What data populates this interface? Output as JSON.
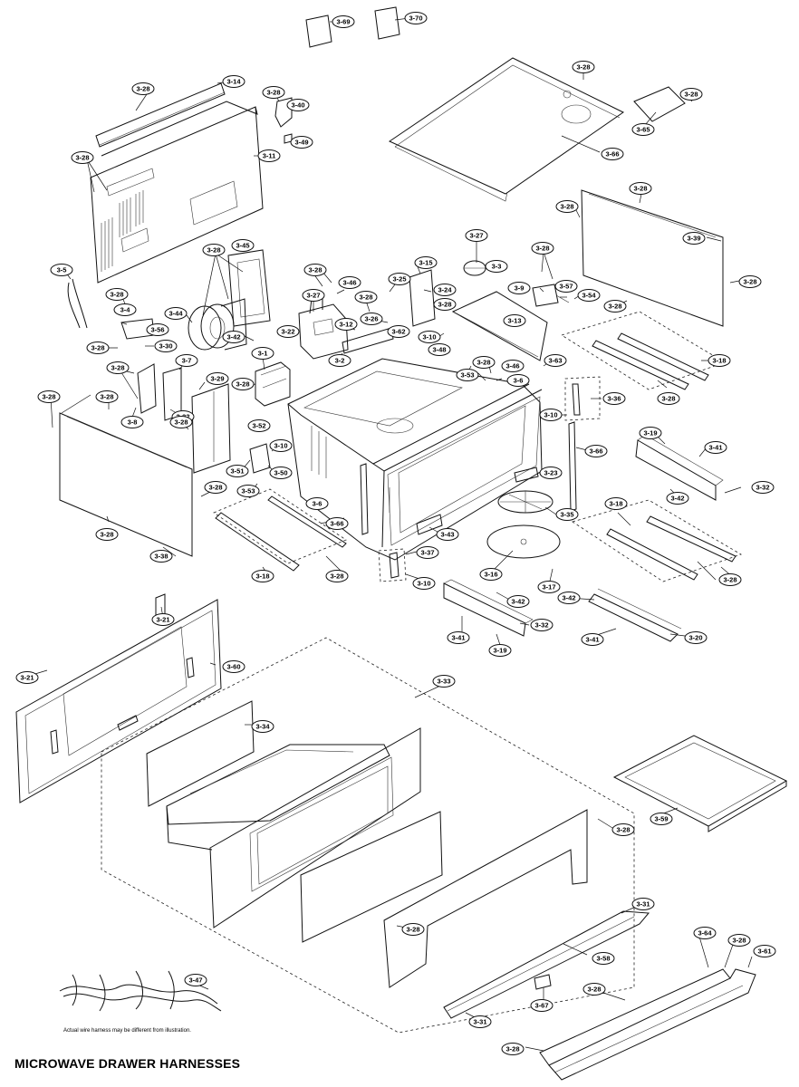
{
  "title": "MICROWAVE DRAWER HARNESSES",
  "harness_note": "Actual wire harness may be different from illustration.",
  "callouts": [
    {
      "id": "c-3-69",
      "text": "3-69"
    },
    {
      "id": "c-3-70",
      "text": "3-70"
    },
    {
      "id": "c-3-28-a",
      "text": "3-28"
    },
    {
      "id": "c-3-14",
      "text": "3-14"
    },
    {
      "id": "c-3-28-b",
      "text": "3-28"
    },
    {
      "id": "c-3-40",
      "text": "3-40"
    },
    {
      "id": "c-3-49",
      "text": "3-49"
    },
    {
      "id": "c-3-28-c",
      "text": "3-28"
    },
    {
      "id": "c-3-11",
      "text": "3-11"
    },
    {
      "id": "c-3-28-d",
      "text": "3-28"
    },
    {
      "id": "c-3-65",
      "text": "3-65"
    },
    {
      "id": "c-3-28-e",
      "text": "3-28"
    },
    {
      "id": "c-3-66-top",
      "text": "3-66"
    },
    {
      "id": "c-3-28-f",
      "text": "3-28"
    },
    {
      "id": "c-3-28-g",
      "text": "3-28"
    },
    {
      "id": "c-3-39",
      "text": "3-39"
    },
    {
      "id": "c-3-28-h",
      "text": "3-28"
    },
    {
      "id": "c-3-5",
      "text": "3-5"
    },
    {
      "id": "c-3-28-i",
      "text": "3-28"
    },
    {
      "id": "c-3-45",
      "text": "3-45"
    },
    {
      "id": "c-3-27-a",
      "text": "3-27"
    },
    {
      "id": "c-3-3",
      "text": "3-3"
    },
    {
      "id": "c-3-28-j",
      "text": "3-28"
    },
    {
      "id": "c-3-15",
      "text": "3-15"
    },
    {
      "id": "c-3-28-k",
      "text": "3-28"
    },
    {
      "id": "c-3-46-a",
      "text": "3-46"
    },
    {
      "id": "c-3-25",
      "text": "3-25"
    },
    {
      "id": "c-3-24",
      "text": "3-24"
    },
    {
      "id": "c-3-9",
      "text": "3-9"
    },
    {
      "id": "c-3-57",
      "text": "3-57"
    },
    {
      "id": "c-3-54",
      "text": "3-54"
    },
    {
      "id": "c-3-28-l",
      "text": "3-28"
    },
    {
      "id": "c-3-28-m",
      "text": "3-28"
    },
    {
      "id": "c-3-4",
      "text": "3-4"
    },
    {
      "id": "c-3-27-b",
      "text": "3-27"
    },
    {
      "id": "c-3-28-n",
      "text": "3-28"
    },
    {
      "id": "c-3-28-o",
      "text": "3-28"
    },
    {
      "id": "c-3-13",
      "text": "3-13"
    },
    {
      "id": "c-3-56",
      "text": "3-56"
    },
    {
      "id": "c-3-44",
      "text": "3-44"
    },
    {
      "id": "c-3-22",
      "text": "3-22"
    },
    {
      "id": "c-3-12",
      "text": "3-12"
    },
    {
      "id": "c-3-26",
      "text": "3-26"
    },
    {
      "id": "c-3-62",
      "text": "3-62"
    },
    {
      "id": "c-3-10-a",
      "text": "3-10"
    },
    {
      "id": "c-3-42-a",
      "text": "3-42"
    },
    {
      "id": "c-3-28-p",
      "text": "3-28"
    },
    {
      "id": "c-3-30",
      "text": "3-30"
    },
    {
      "id": "c-3-1",
      "text": "3-1"
    },
    {
      "id": "c-3-2",
      "text": "3-2"
    },
    {
      "id": "c-3-48",
      "text": "3-48"
    },
    {
      "id": "c-3-18-a",
      "text": "3-18"
    },
    {
      "id": "c-3-28-q",
      "text": "3-28"
    },
    {
      "id": "c-3-7",
      "text": "3-7"
    },
    {
      "id": "c-3-28-r",
      "text": "3-28"
    },
    {
      "id": "c-3-53-a",
      "text": "3-53"
    },
    {
      "id": "c-3-46-b",
      "text": "3-46"
    },
    {
      "id": "c-3-63",
      "text": "3-63"
    },
    {
      "id": "c-3-6-a",
      "text": "3-6"
    },
    {
      "id": "c-3-29",
      "text": "3-29"
    },
    {
      "id": "c-3-28-s",
      "text": "3-28"
    },
    {
      "id": "c-3-28-t",
      "text": "3-28"
    },
    {
      "id": "c-3-32-a",
      "text": "3-32"
    },
    {
      "id": "c-3-8",
      "text": "3-8"
    },
    {
      "id": "c-3-36",
      "text": "3-36"
    },
    {
      "id": "c-3-28-u",
      "text": "3-28"
    },
    {
      "id": "c-3-28-v",
      "text": "3-28"
    },
    {
      "id": "c-3-10-b",
      "text": "3-10"
    },
    {
      "id": "c-3-28-w",
      "text": "3-28"
    },
    {
      "id": "c-3-52",
      "text": "3-52"
    },
    {
      "id": "c-3-10-c",
      "text": "3-10"
    },
    {
      "id": "c-3-66-a",
      "text": "3-66"
    },
    {
      "id": "c-3-19-a",
      "text": "3-19"
    },
    {
      "id": "c-3-41-a",
      "text": "3-41"
    },
    {
      "id": "c-3-51",
      "text": "3-51"
    },
    {
      "id": "c-3-50",
      "text": "3-50"
    },
    {
      "id": "c-3-23",
      "text": "3-23"
    },
    {
      "id": "c-3-32-b",
      "text": "3-32"
    },
    {
      "id": "c-3-28-x",
      "text": "3-28"
    },
    {
      "id": "c-3-53-b",
      "text": "3-53"
    },
    {
      "id": "c-3-6-b",
      "text": "3-6"
    },
    {
      "id": "c-3-42-b",
      "text": "3-42"
    },
    {
      "id": "c-3-66-b",
      "text": "3-66"
    },
    {
      "id": "c-3-35",
      "text": "3-35"
    },
    {
      "id": "c-3-18-b",
      "text": "3-18"
    },
    {
      "id": "c-3-28-y",
      "text": "3-28"
    },
    {
      "id": "c-3-43",
      "text": "3-43"
    },
    {
      "id": "c-3-38",
      "text": "3-38"
    },
    {
      "id": "c-3-37",
      "text": "3-37"
    },
    {
      "id": "c-3-28-z",
      "text": "3-28"
    },
    {
      "id": "c-3-18-c",
      "text": "3-18"
    },
    {
      "id": "c-3-10-d",
      "text": "3-10"
    },
    {
      "id": "c-3-16",
      "text": "3-16"
    },
    {
      "id": "c-3-17",
      "text": "3-17"
    },
    {
      "id": "c-3-28-aa",
      "text": "3-28"
    },
    {
      "id": "c-3-42-c",
      "text": "3-42"
    },
    {
      "id": "c-3-42-d",
      "text": "3-42"
    },
    {
      "id": "c-3-21-a",
      "text": "3-21"
    },
    {
      "id": "c-3-32-c",
      "text": "3-32"
    },
    {
      "id": "c-3-41-b",
      "text": "3-41"
    },
    {
      "id": "c-3-19-b",
      "text": "3-19"
    },
    {
      "id": "c-3-41-c",
      "text": "3-41"
    },
    {
      "id": "c-3-20",
      "text": "3-20"
    },
    {
      "id": "c-3-60",
      "text": "3-60"
    },
    {
      "id": "c-3-21-b",
      "text": "3-21"
    },
    {
      "id": "c-3-33",
      "text": "3-33"
    },
    {
      "id": "c-3-34",
      "text": "3-34"
    },
    {
      "id": "c-3-59",
      "text": "3-59"
    },
    {
      "id": "c-3-28-ab",
      "text": "3-28"
    },
    {
      "id": "c-3-31-a",
      "text": "3-31"
    },
    {
      "id": "c-3-28-ac",
      "text": "3-28"
    },
    {
      "id": "c-3-64",
      "text": "3-64"
    },
    {
      "id": "c-3-28-ad",
      "text": "3-28"
    },
    {
      "id": "c-3-61",
      "text": "3-61"
    },
    {
      "id": "c-3-58",
      "text": "3-58"
    },
    {
      "id": "c-3-47",
      "text": "3-47"
    },
    {
      "id": "c-3-28-ae",
      "text": "3-28"
    },
    {
      "id": "c-3-67",
      "text": "3-67"
    },
    {
      "id": "c-3-31-b",
      "text": "3-31"
    },
    {
      "id": "c-3-28-af",
      "text": "3-28"
    }
  ]
}
